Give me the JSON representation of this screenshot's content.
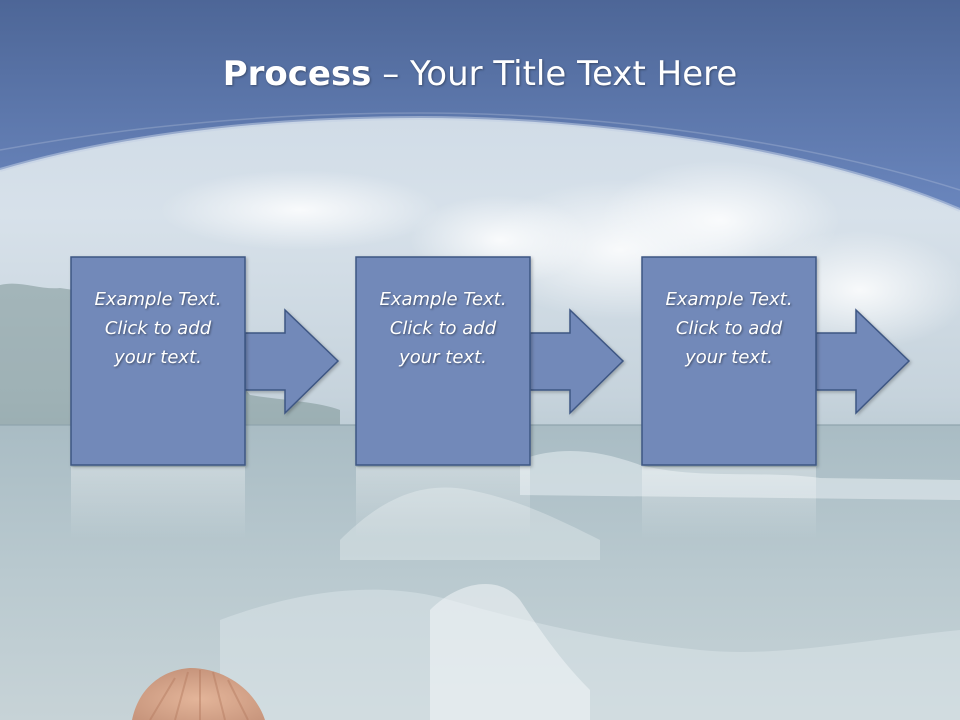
{
  "slide": {
    "title_bold": "Process",
    "title_rest": " – Your Title Text Here"
  },
  "steps": [
    {
      "text": "Example Text. Click  to add your text."
    },
    {
      "text": "Example Text. Click  to add your text."
    },
    {
      "text": "Example Text. Click  to add your text."
    }
  ],
  "colors": {
    "header": "#5b79ad",
    "step_fill": "#7289b9",
    "step_border": "#3e5683"
  }
}
